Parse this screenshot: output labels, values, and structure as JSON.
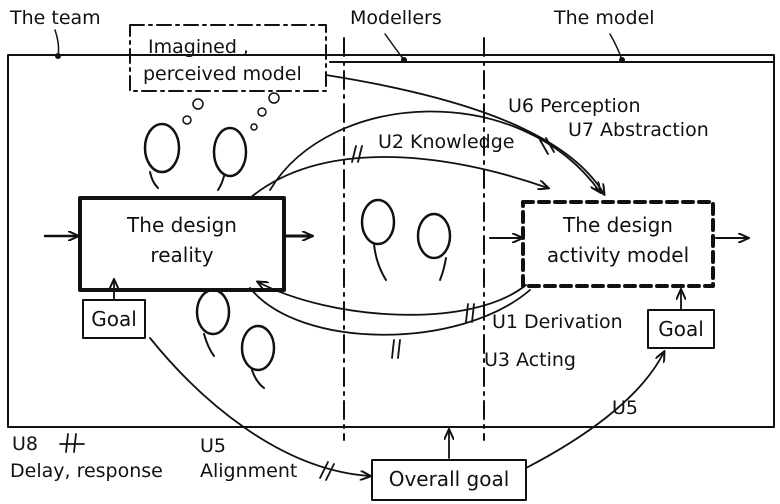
{
  "labels": {
    "team": "The team",
    "modellers": "Modellers",
    "model": "The model",
    "imagined_line1": "Imagined ,",
    "imagined_line2": "perceived model",
    "design_reality_line1": "The design",
    "design_reality_line2": "reality",
    "activity_model_line1": "The design",
    "activity_model_line2": "activity model",
    "goal_left": "Goal",
    "goal_right": "Goal",
    "overall_goal": "Overall goal"
  },
  "influences": {
    "u6": "U6 Perception",
    "u7": "U7 Abstraction",
    "u2": "U2 Knowledge",
    "u1": "U1 Derivation",
    "u3": "U3 Acting",
    "u5_right": "U5",
    "u5_left": "U5",
    "alignment": "Alignment",
    "u8": "U8",
    "delay_response": "Delay, response"
  }
}
